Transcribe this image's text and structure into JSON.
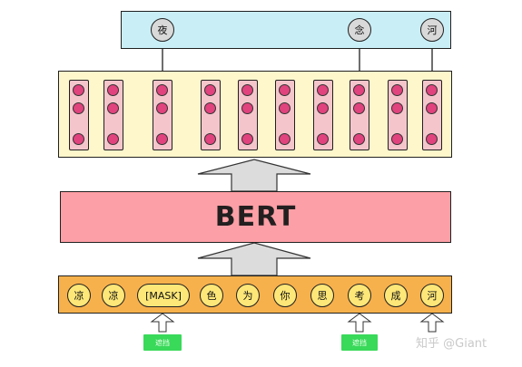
{
  "output": {
    "tokens": [
      "夜",
      "念",
      "河"
    ]
  },
  "bert": {
    "label": "BERT"
  },
  "input": {
    "tokens": [
      "凉",
      "凉",
      "[MASK]",
      "色",
      "为",
      "你",
      "思",
      "考",
      "成",
      "河"
    ]
  },
  "mask_tags": [
    "遮挡",
    "遮挡"
  ],
  "watermark": "知乎 @Giant",
  "colors": {
    "output_bg": "#c9eef6",
    "hidden_bg": "#fff7cc",
    "hidden_dot": "#e0437d",
    "bert_bg": "#fd9fa6",
    "input_bg": "#f7b14c",
    "input_token_bg": "#fde778",
    "mask_tag_bg": "#39d95a"
  }
}
